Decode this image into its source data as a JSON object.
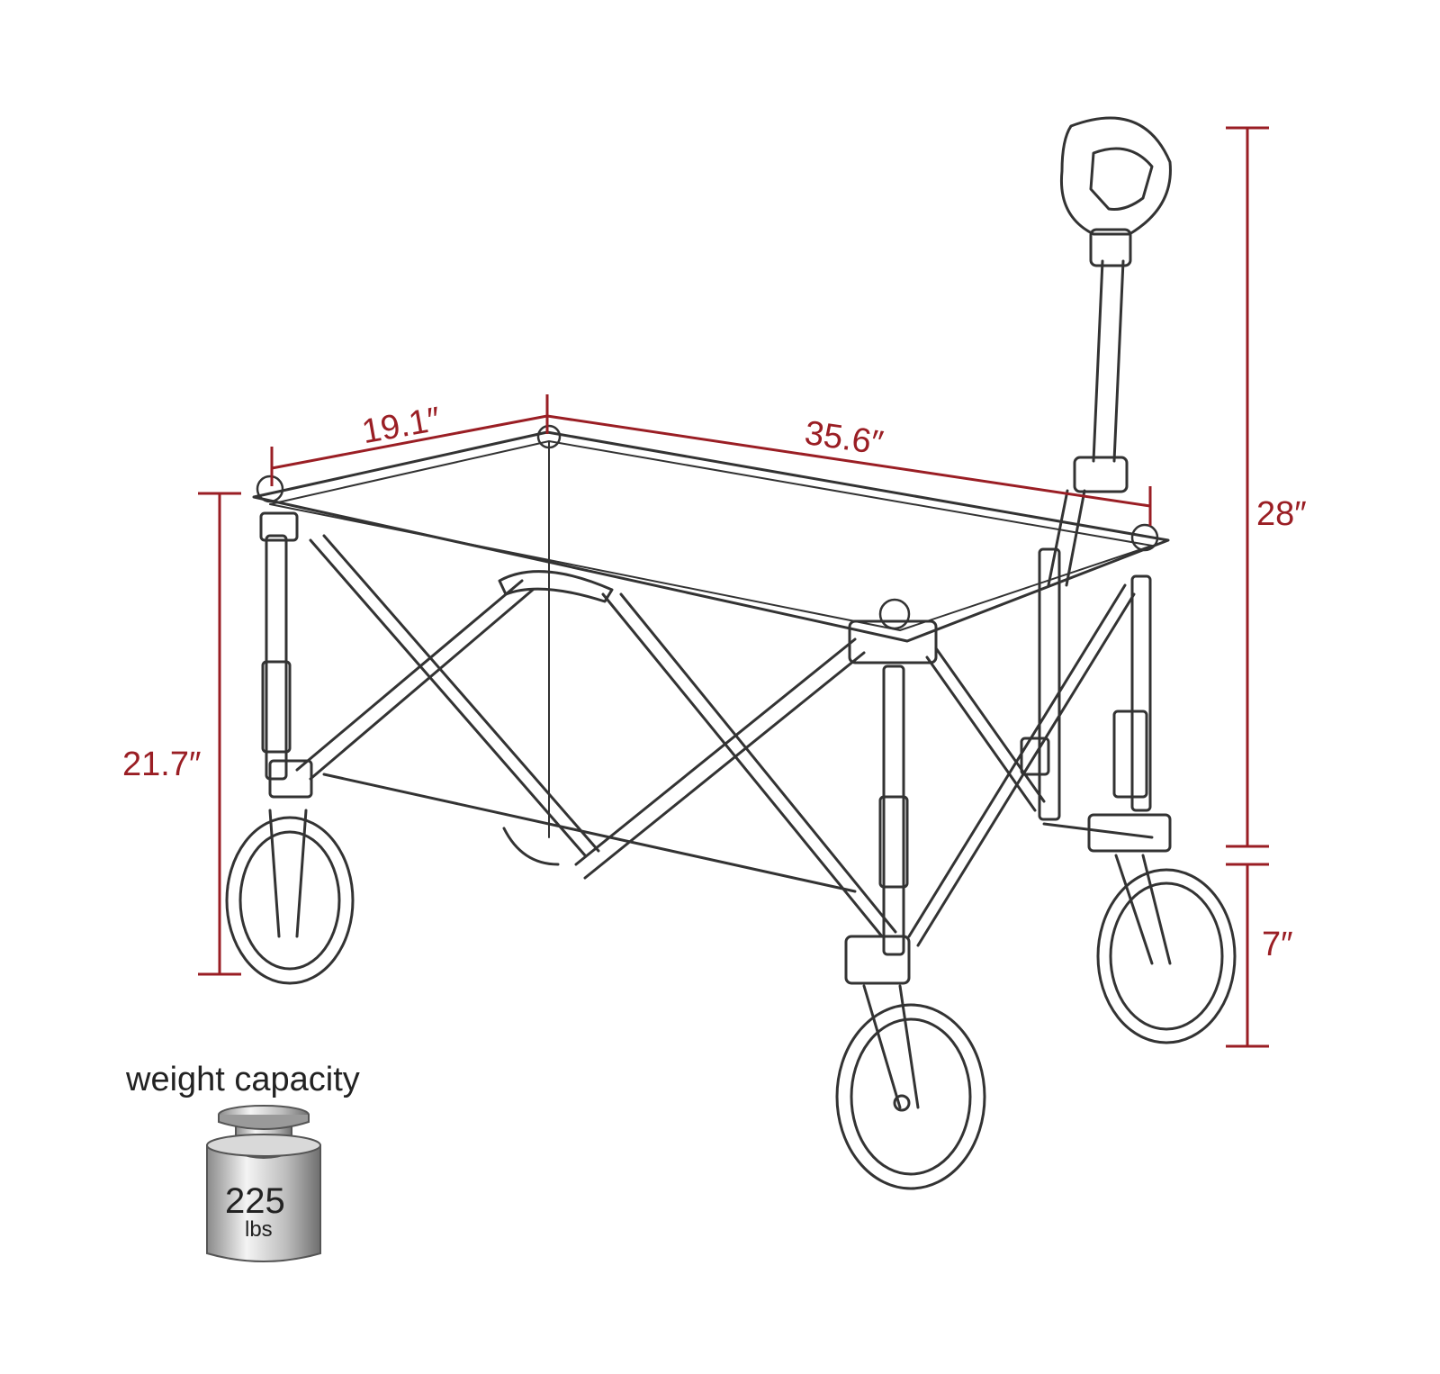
{
  "dimensions": {
    "width": "19.1″",
    "length": "35.6″",
    "handle_height": "28″",
    "ground_clearance": "7″",
    "body_height": "21.7″"
  },
  "weight_capacity": {
    "title": "weight capacity",
    "value": "225",
    "unit": "lbs"
  },
  "colors": {
    "dimension_line": "#9a1e24",
    "outline": "#333333"
  }
}
